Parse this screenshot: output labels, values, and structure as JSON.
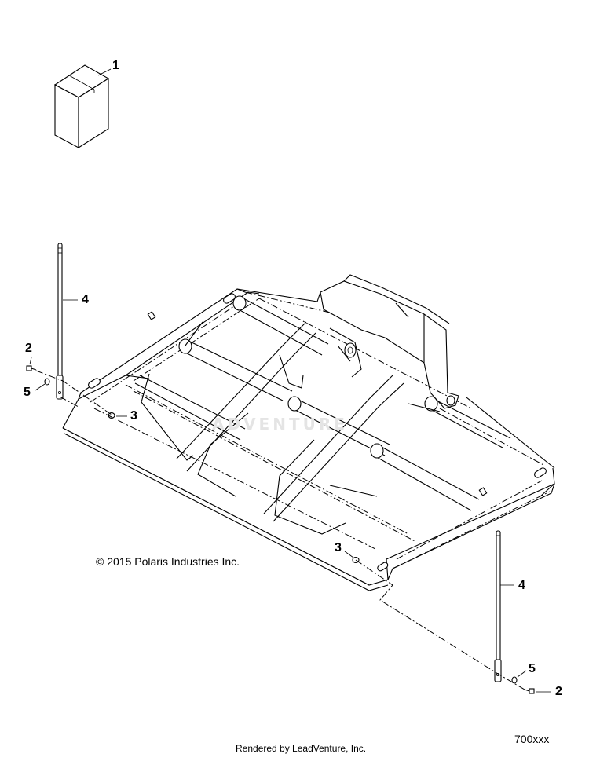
{
  "callouts": {
    "c1": "1",
    "c2a": "2",
    "c5a": "5",
    "c4a": "4",
    "c3a": "3",
    "c3b": "3",
    "c4b": "4",
    "c5b": "5",
    "c2b": "2"
  },
  "copyright": "© 2015 Polaris Industries Inc.",
  "watermark": "ADVENTURE",
  "footer": {
    "rendered_by": "Rendered by LeadVenture, Inc.",
    "diagram_code": "700xxx"
  }
}
